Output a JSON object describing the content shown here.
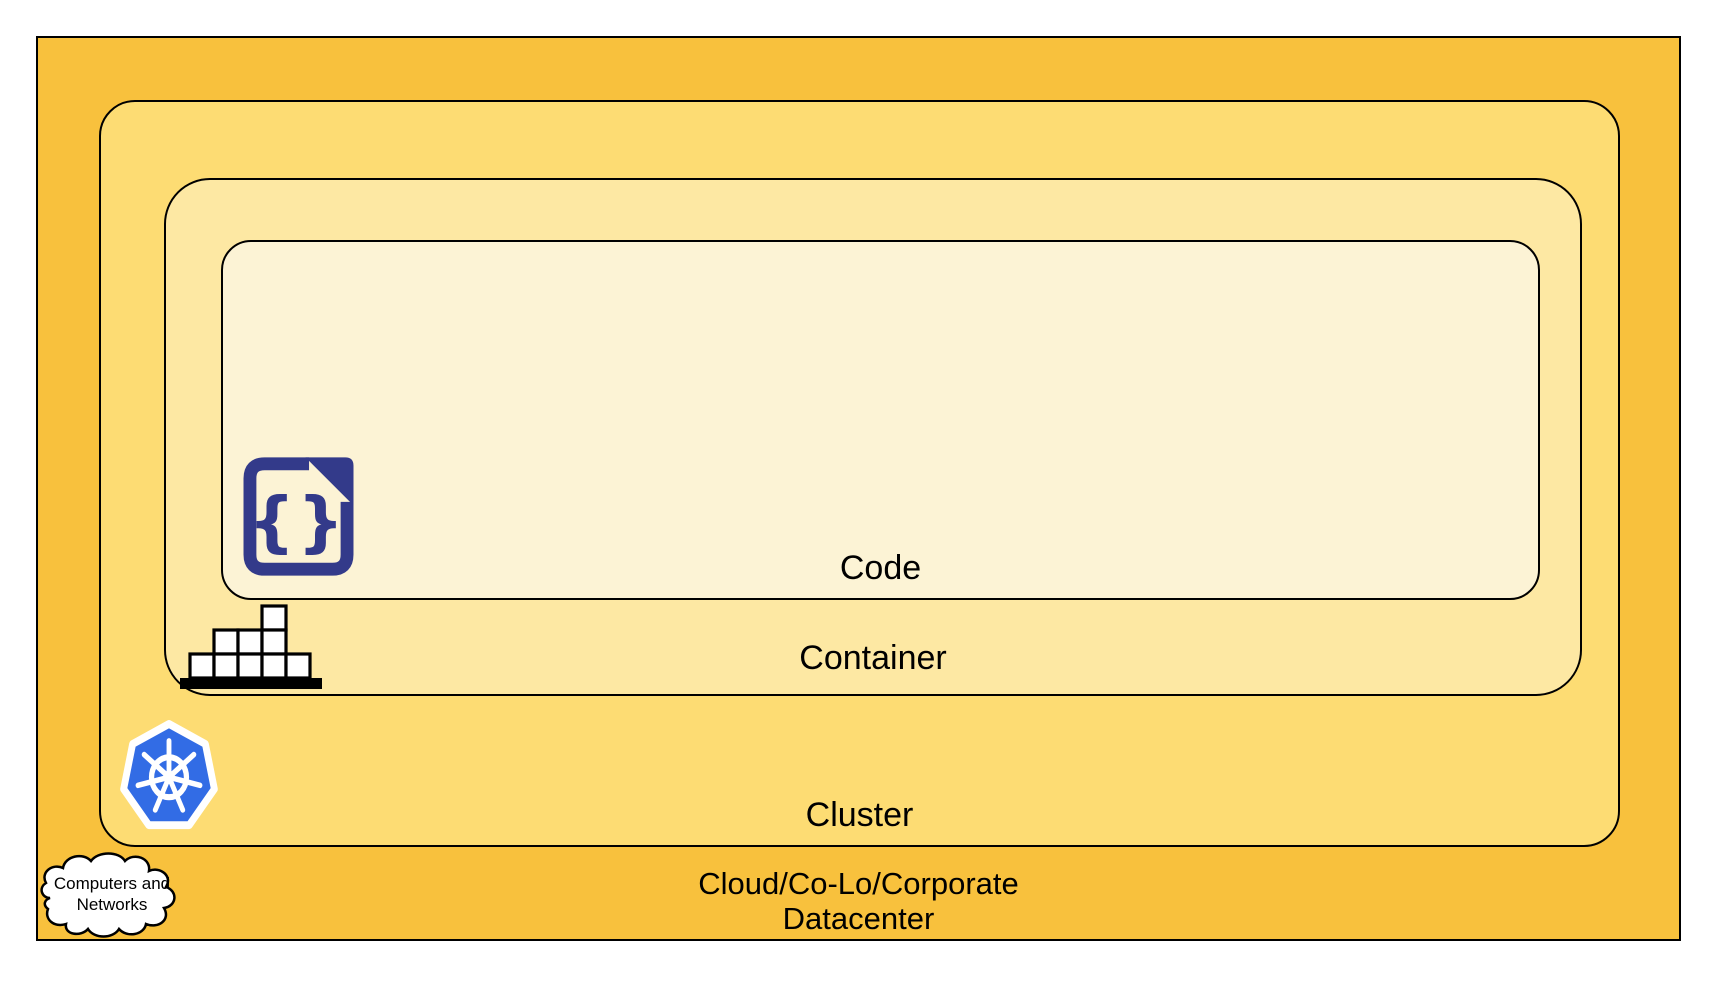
{
  "diagram": {
    "type": "nested-layers",
    "description": "Kubernetes deployment layers diagram"
  },
  "layers": {
    "code": {
      "label": "Code"
    },
    "container": {
      "label": "Container"
    },
    "cluster": {
      "label": "Cluster"
    },
    "datacenter": {
      "label_line1": "Cloud/Co-Lo/Corporate",
      "label_line2": "Datacenter"
    }
  },
  "cloud_callout": {
    "line1": "Computers and",
    "line2": "Networks"
  },
  "icons": {
    "code": "code-file-icon",
    "container": "container-blocks-icon",
    "cluster": "kubernetes-icon",
    "datacenter": "computers-networks-cloud-icon"
  },
  "colors": {
    "datacenter_fill": "#F8C13D",
    "cluster_fill": "#FDDC73",
    "container_fill": "#FDE8A3",
    "code_fill": "#FCF3D5",
    "outline": "#000000",
    "code_icon_ink": "#333A8A",
    "kubernetes_blue": "#326CE5",
    "block_fill": "#FFFFFF",
    "cloud_fill": "#FFFFFF"
  }
}
